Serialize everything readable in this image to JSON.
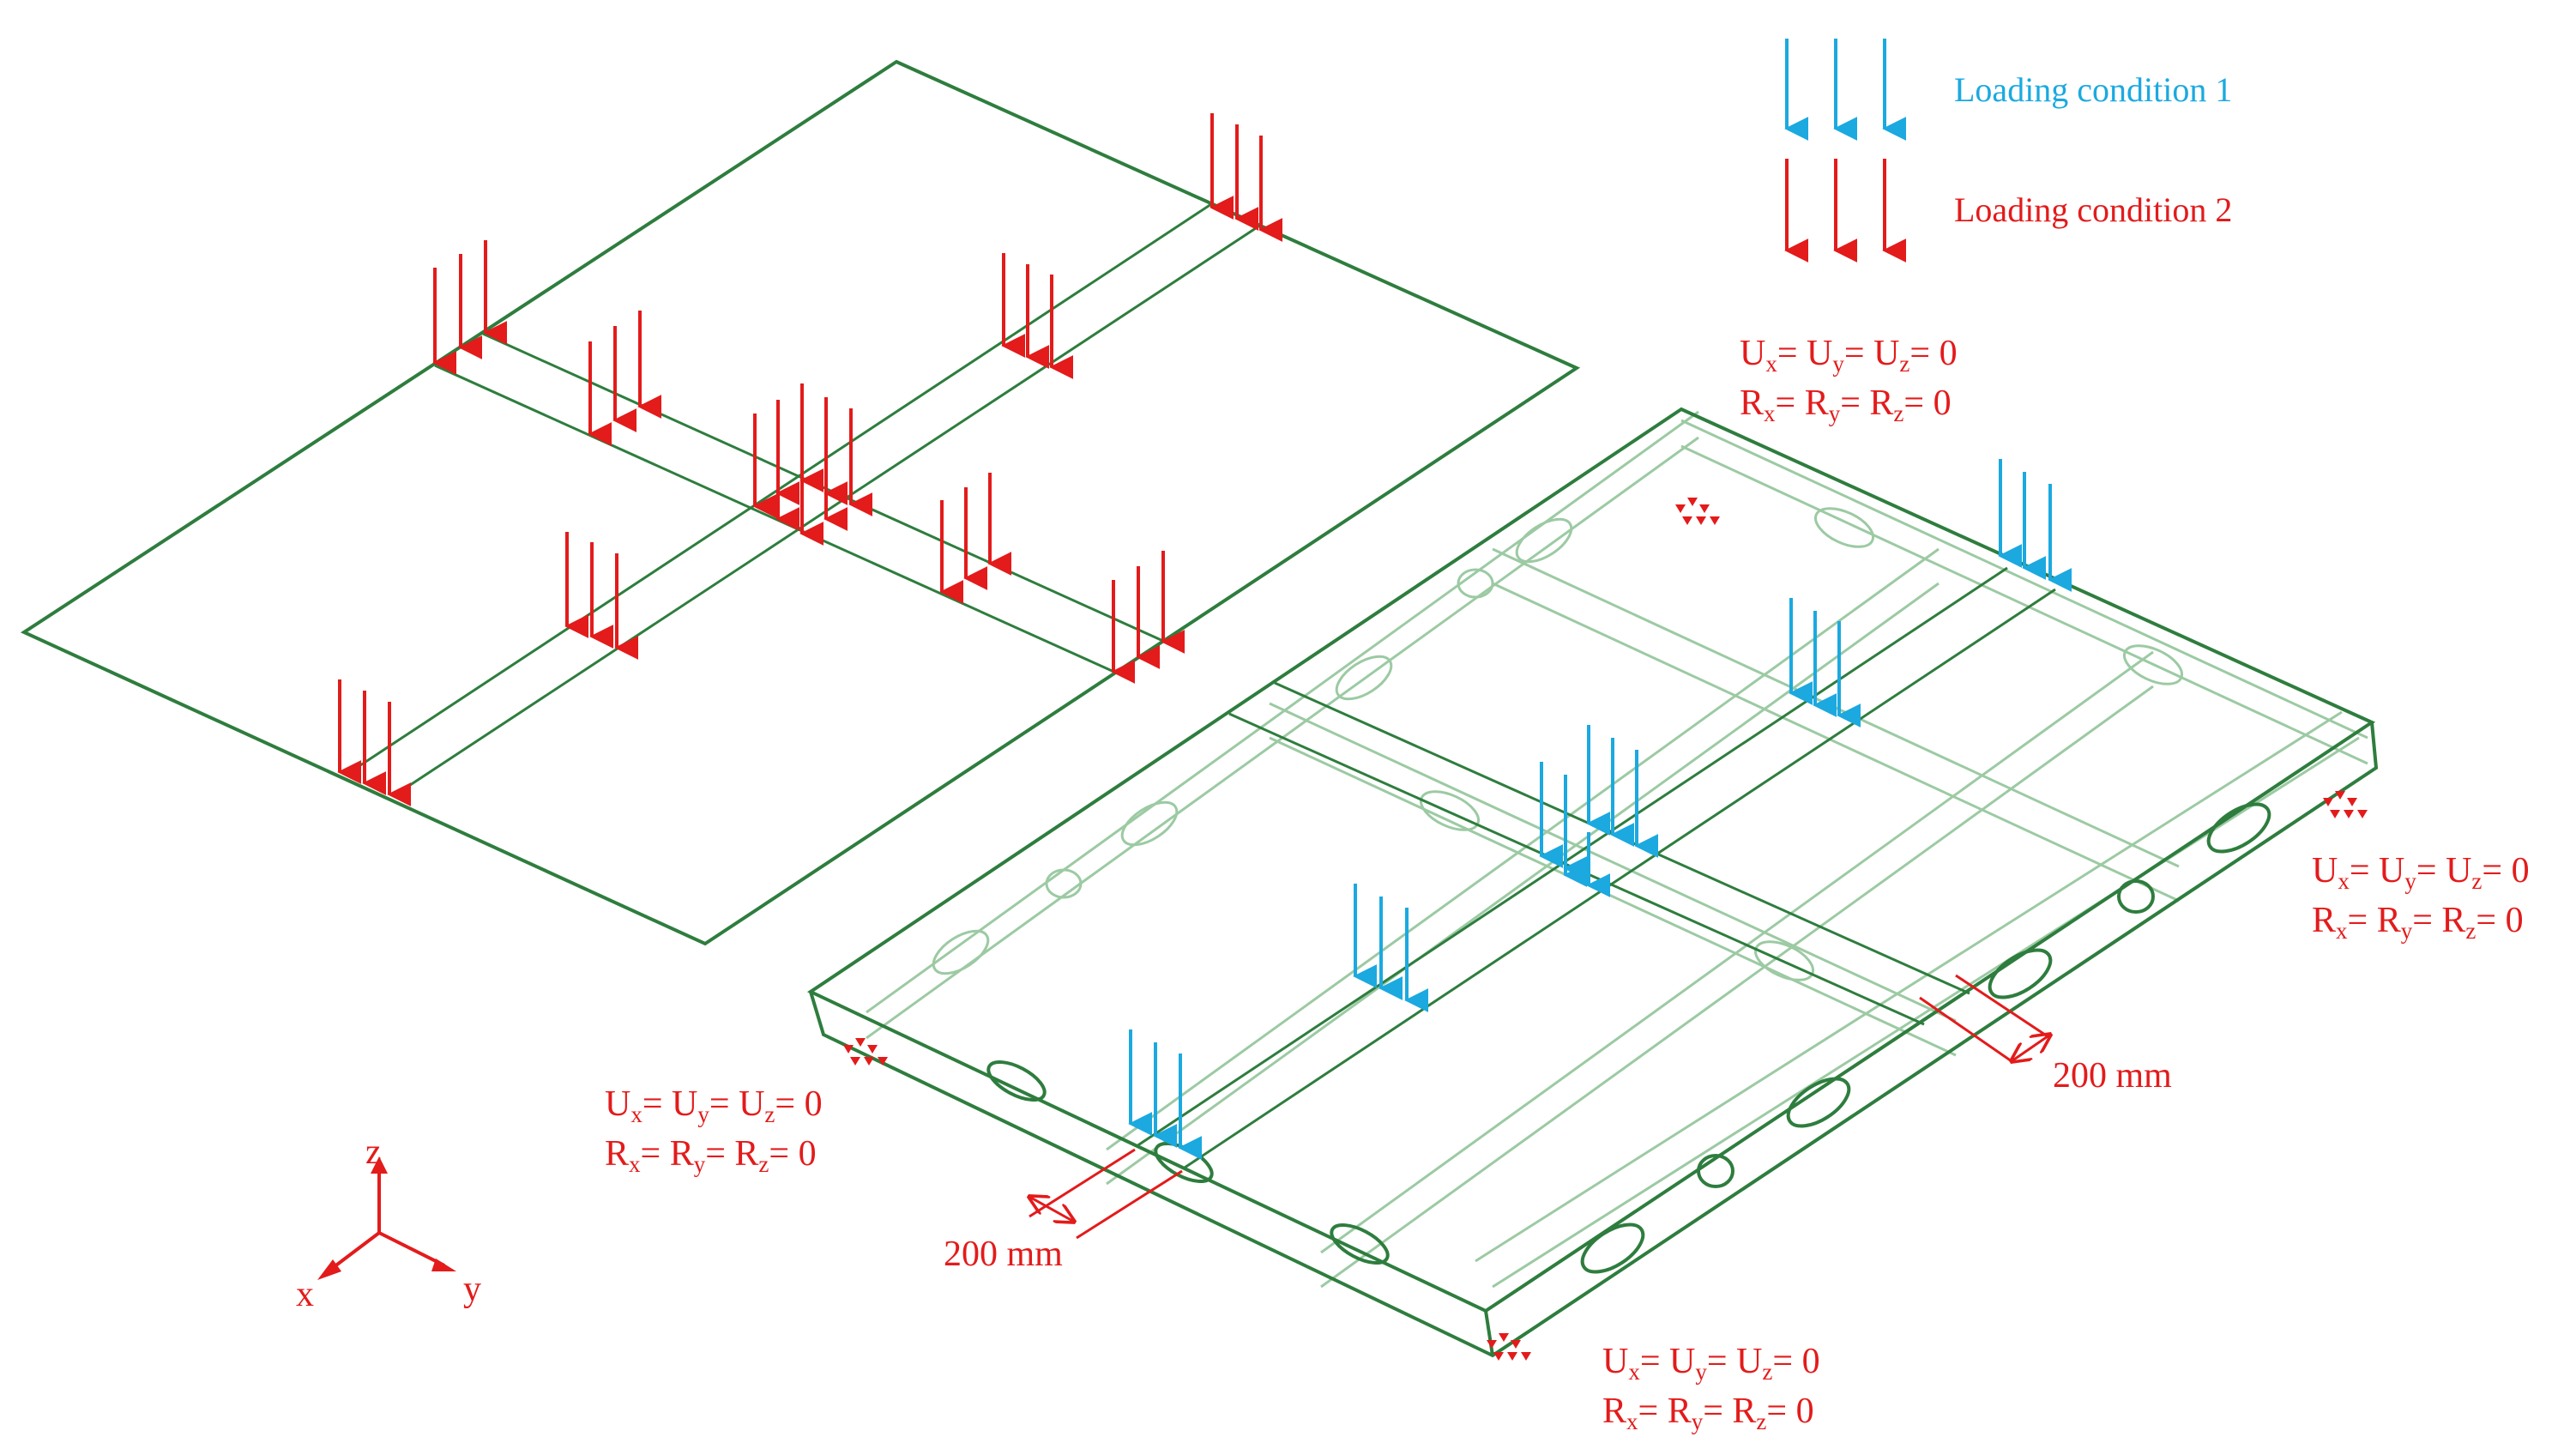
{
  "colors": {
    "structure": "#2e7d3e",
    "structure_light": "#9ccaa3",
    "load1": "#1ba9e0",
    "load2": "#e31b1b",
    "label": "#e31b1b"
  },
  "legend": {
    "load1_label": "Loading condition 1",
    "load2_label": "Loading condition 2"
  },
  "boundary_conditions": [
    {
      "name": "bc-top-middle",
      "U": "U",
      "R": "R",
      "sx": "x",
      "sy": "y",
      "sz": "z",
      "value": "0"
    },
    {
      "name": "bc-right",
      "U": "U",
      "R": "R",
      "sx": "x",
      "sy": "y",
      "sz": "z",
      "value": "0"
    },
    {
      "name": "bc-left",
      "U": "U",
      "R": "R",
      "sx": "x",
      "sy": "y",
      "sz": "z",
      "value": "0"
    },
    {
      "name": "bc-bottom",
      "U": "U",
      "R": "R",
      "sx": "x",
      "sy": "y",
      "sz": "z",
      "value": "0"
    }
  ],
  "dimensions": {
    "dim_right": "200 mm",
    "dim_left": "200 mm"
  },
  "axes": {
    "x": "x",
    "y": "y",
    "z": "z"
  }
}
